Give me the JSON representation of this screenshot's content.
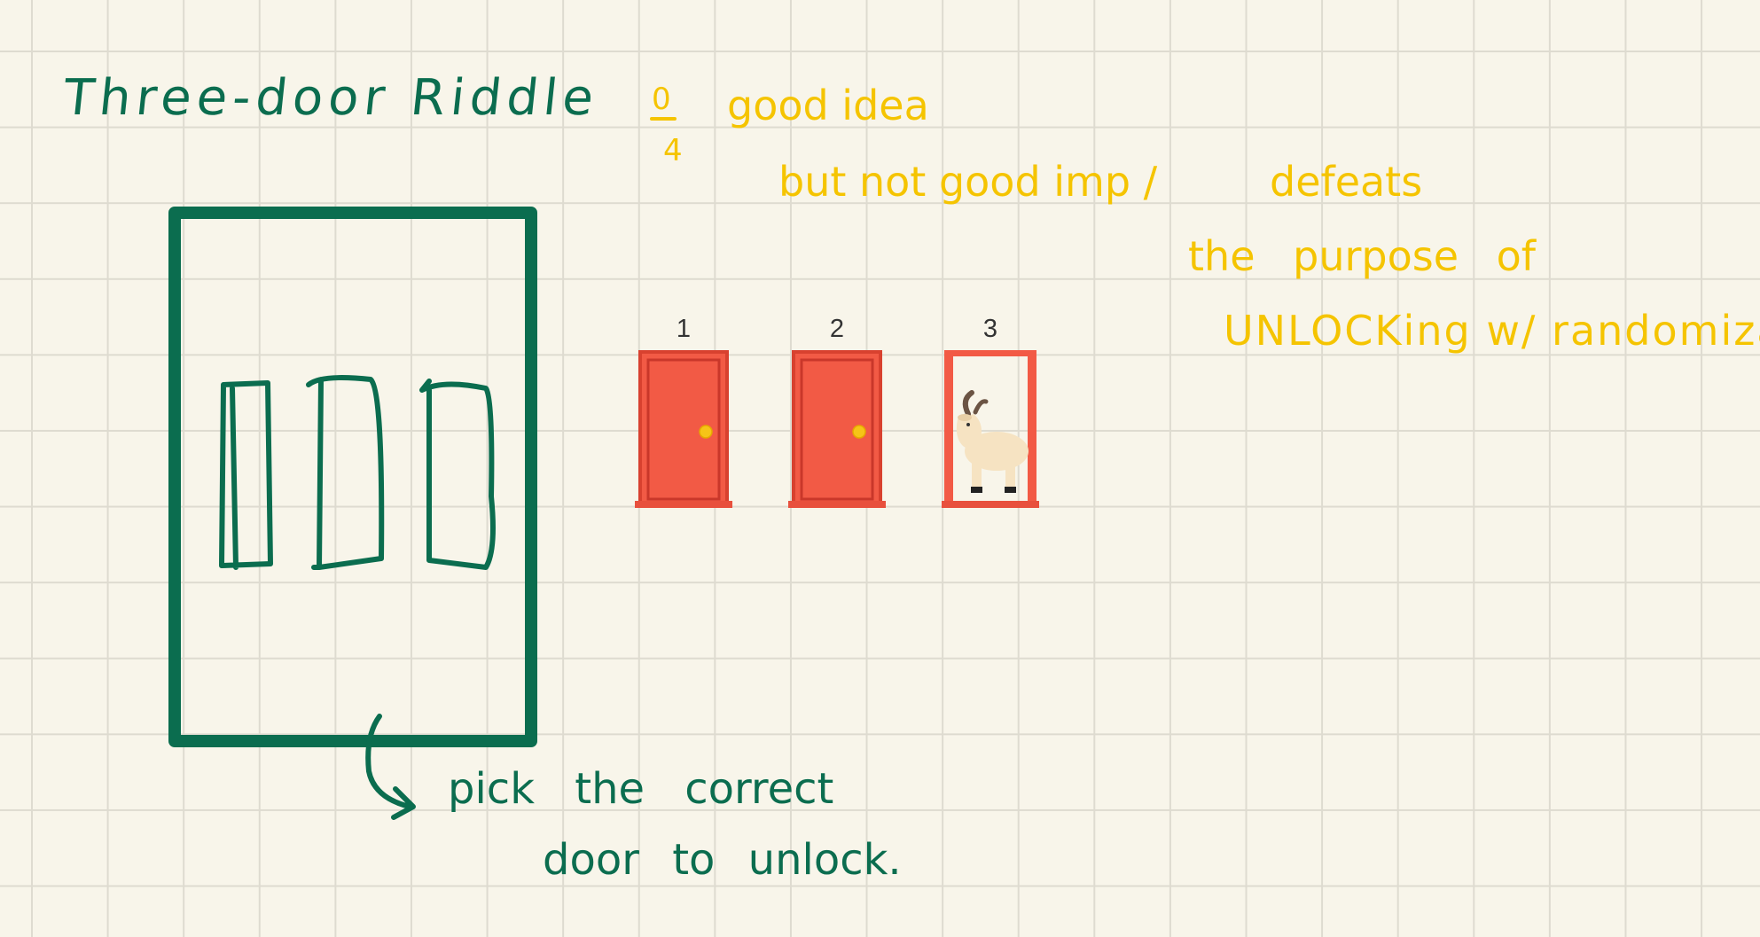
{
  "title": "Three-door Riddle",
  "annotation": {
    "score_numerator": "0",
    "score_denominator": "4",
    "line1": "good idea",
    "line2": "but not good imp /",
    "line3": "defeats",
    "line4": "the purpose of",
    "line5": "UNLOCKing w/ randomiza."
  },
  "caption": {
    "line1": "pick the correct",
    "line2": "door to unlock."
  },
  "doors": [
    {
      "number": "1",
      "state": "closed",
      "icon": "door-icon"
    },
    {
      "number": "2",
      "state": "closed",
      "icon": "door-icon"
    },
    {
      "number": "3",
      "state": "open",
      "icon": "goat-icon"
    }
  ],
  "colors": {
    "ink_green": "#0b6d4f",
    "ink_yellow": "#f5c400",
    "door_red": "#f25a45",
    "background": "#f8f5ea"
  }
}
